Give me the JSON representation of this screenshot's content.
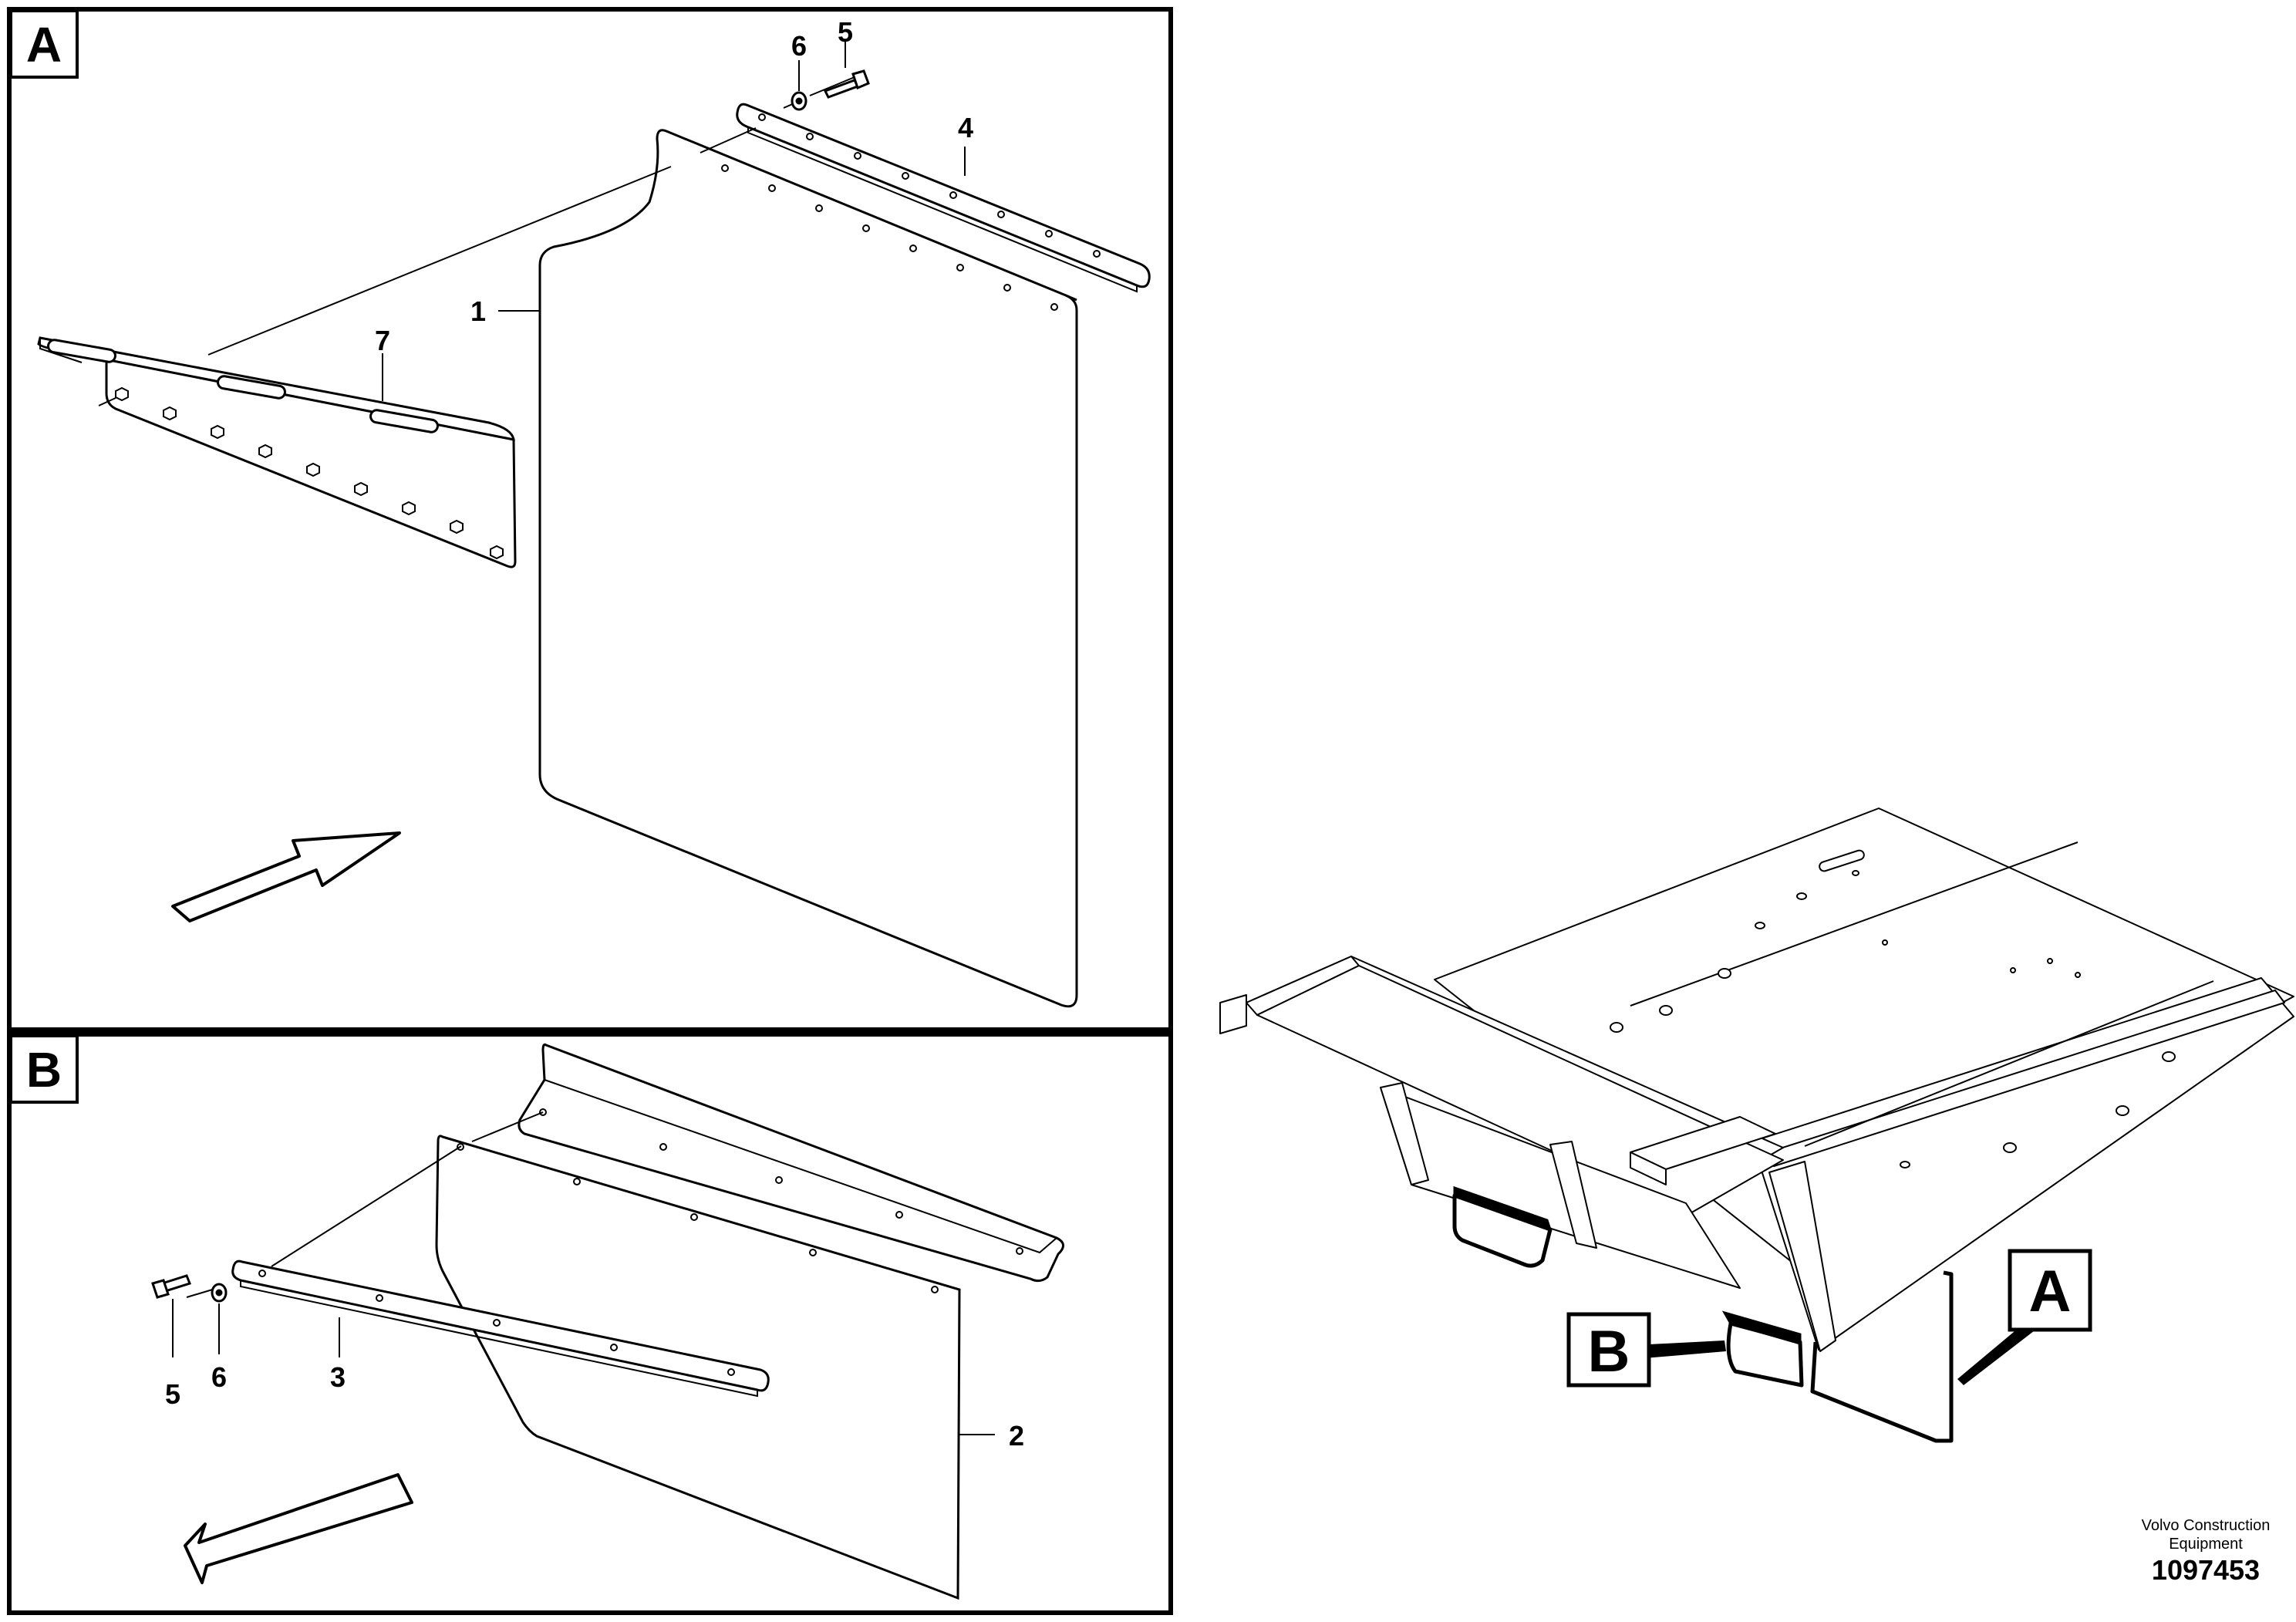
{
  "panel_a": {
    "tag": "A",
    "callouts": {
      "c1": "1",
      "c4": "4",
      "c5": "5",
      "c6": "6",
      "c7": "7"
    }
  },
  "panel_b": {
    "tag": "B",
    "callouts": {
      "c2": "2",
      "c3": "3",
      "c5": "5",
      "c6": "6"
    }
  },
  "overview": {
    "tag_a": "A",
    "tag_b": "B"
  },
  "footer": {
    "brand_line1": "Volvo Construction",
    "brand_line2": "Equipment",
    "doc_number": "1097453"
  }
}
